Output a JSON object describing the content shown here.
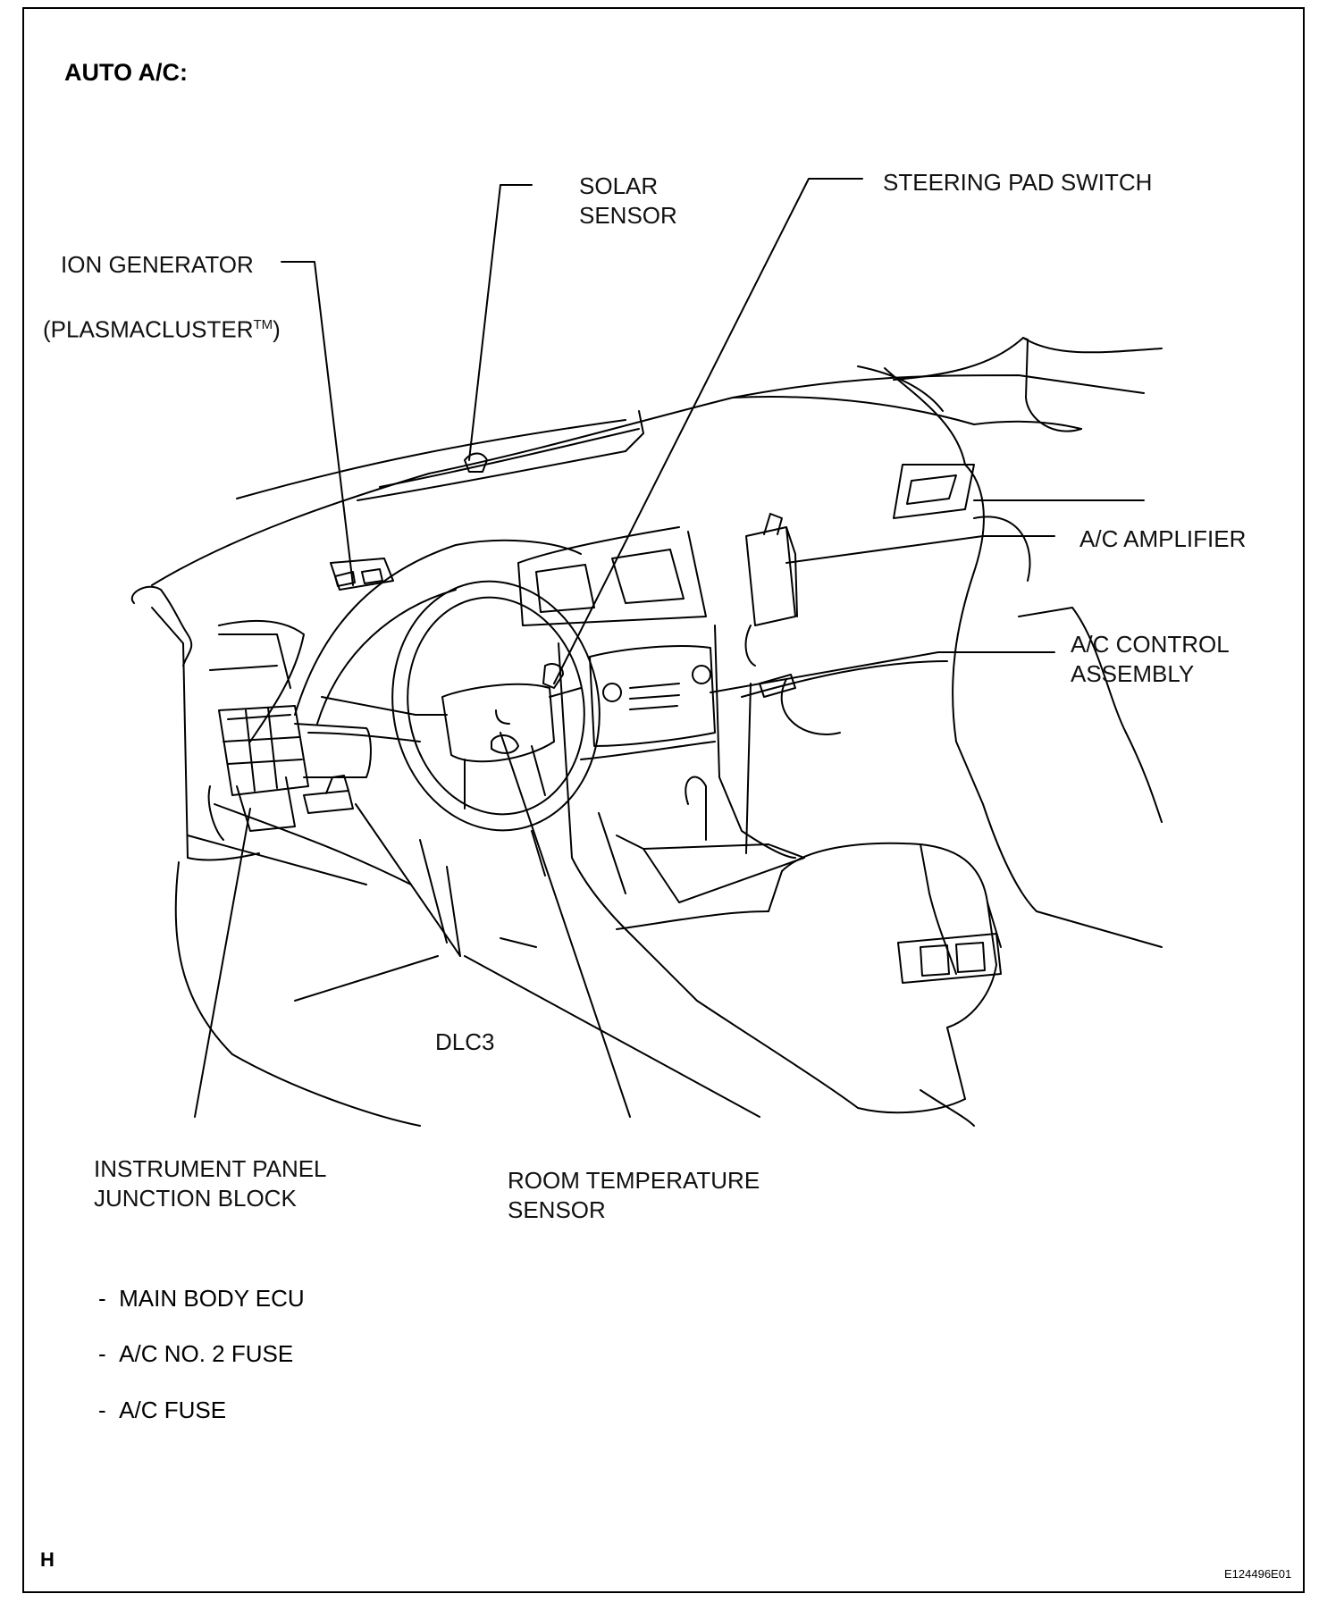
{
  "title": "AUTO A/C:",
  "labels": {
    "solar_sensor": [
      "SOLAR",
      "SENSOR"
    ],
    "steering_pad_switch": "STEERING PAD SWITCH",
    "ion_generator": "ION GENERATOR",
    "plasmacluster": "(PLASMACLUSTER",
    "plasmacluster_tm": "TM",
    "plasmacluster_close": ")",
    "ac_amplifier": "A/C AMPLIFIER",
    "ac_control_assembly": [
      "A/C CONTROL",
      "ASSEMBLY"
    ],
    "dlc3": "DLC3",
    "instrument_panel_junction_block": [
      "INSTRUMENT PANEL",
      "JUNCTION BLOCK"
    ],
    "room_temperature_sensor": [
      "ROOM TEMPERATURE",
      "SENSOR"
    ]
  },
  "junction_block_contents": [
    "MAIN BODY ECU",
    "A/C NO. 2 FUSE",
    "A/C FUSE"
  ],
  "bullet_mark": "-",
  "corner_letter": "H",
  "figure_code": "E124496E01"
}
